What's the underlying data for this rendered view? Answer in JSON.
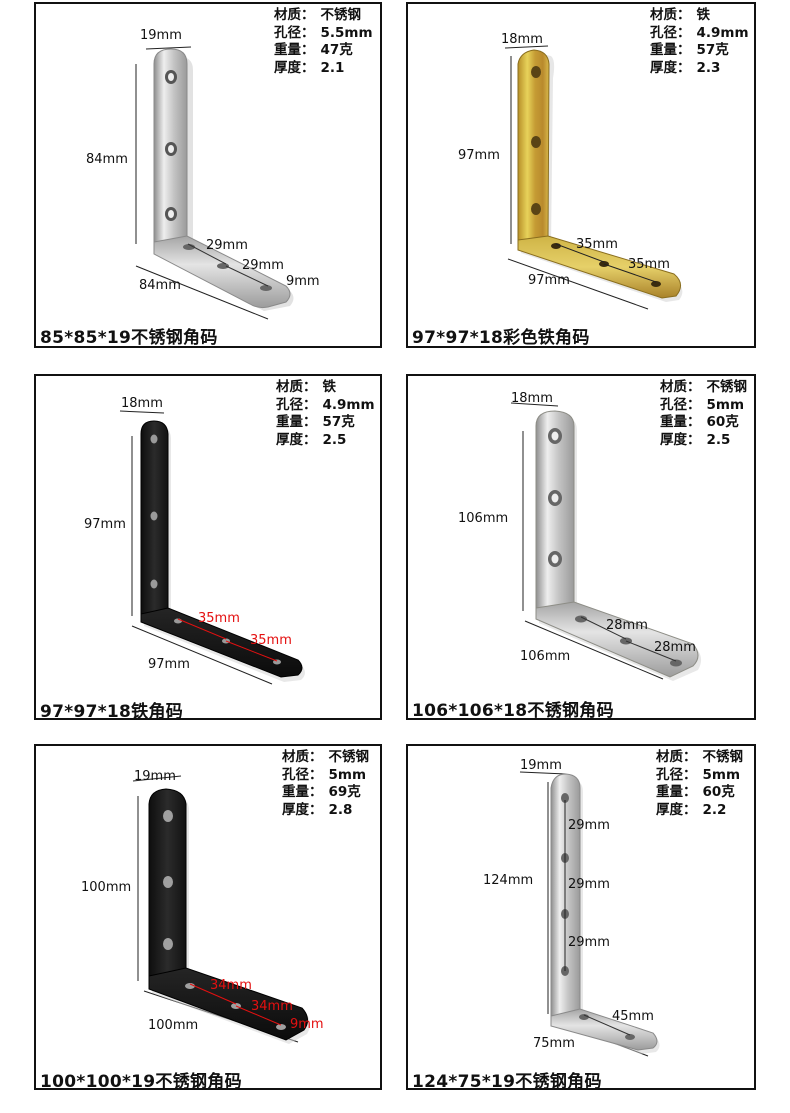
{
  "colors": {
    "border": "#111111",
    "dimension_text": "#111111",
    "red_dimension_text": "#e41010",
    "stainless": "#c9c9c9",
    "zinc_gold": "#d8b63a",
    "black": "#1a1a1a"
  },
  "spec_keys": {
    "material": "材质：",
    "hole": "孔径：",
    "weight": "重量：",
    "thickness": "厚度："
  },
  "products": [
    {
      "caption": "85*85*19不锈钢角码",
      "material": "不锈钢",
      "hole": "5.5mm",
      "weight": "47克",
      "thickness": "2.1",
      "finish": "stainless",
      "dims": {
        "width": "19mm",
        "height": "84mm",
        "length": "84mm",
        "spacing1": "29mm",
        "spacing2": "29mm",
        "end": "9mm"
      }
    },
    {
      "caption": "97*97*18彩色铁角码",
      "material": "铁",
      "hole": "4.9mm",
      "weight": "57克",
      "thickness": "2.3",
      "finish": "zinc-gold",
      "dims": {
        "width": "18mm",
        "height": "97mm",
        "length": "97mm",
        "spacing1": "35mm",
        "spacing2": "35mm"
      }
    },
    {
      "caption": "97*97*18铁角码",
      "material": "铁",
      "hole": "4.9mm",
      "weight": "57克",
      "thickness": "2.5",
      "finish": "black",
      "dims": {
        "width": "18mm",
        "height": "97mm",
        "length": "97mm",
        "spacing1": "35mm",
        "spacing2": "35mm"
      }
    },
    {
      "caption": "106*106*18不锈钢角码",
      "material": "不锈钢",
      "hole": "5mm",
      "weight": "60克",
      "thickness": "2.5",
      "finish": "stainless",
      "dims": {
        "width": "18mm",
        "height": "106mm",
        "length": "106mm",
        "spacing1": "28mm",
        "spacing2": "28mm"
      }
    },
    {
      "caption": "100*100*19不锈钢角码",
      "material": "不锈钢",
      "hole": "5mm",
      "weight": "69克",
      "thickness": "2.8",
      "finish": "black",
      "dims": {
        "width": "19mm",
        "height": "100mm",
        "length": "100mm",
        "spacing1": "34mm",
        "spacing2": "34mm",
        "end": "9mm"
      }
    },
    {
      "caption": "124*75*19不锈钢角码",
      "material": "不锈钢",
      "hole": "5mm",
      "weight": "60克",
      "thickness": "2.2",
      "finish": "stainless",
      "dims": {
        "width": "19mm",
        "height": "124mm",
        "length": "75mm",
        "spacing1": "29mm",
        "spacing2": "29mm",
        "spacing3": "29mm",
        "horizontal": "45mm"
      }
    }
  ]
}
